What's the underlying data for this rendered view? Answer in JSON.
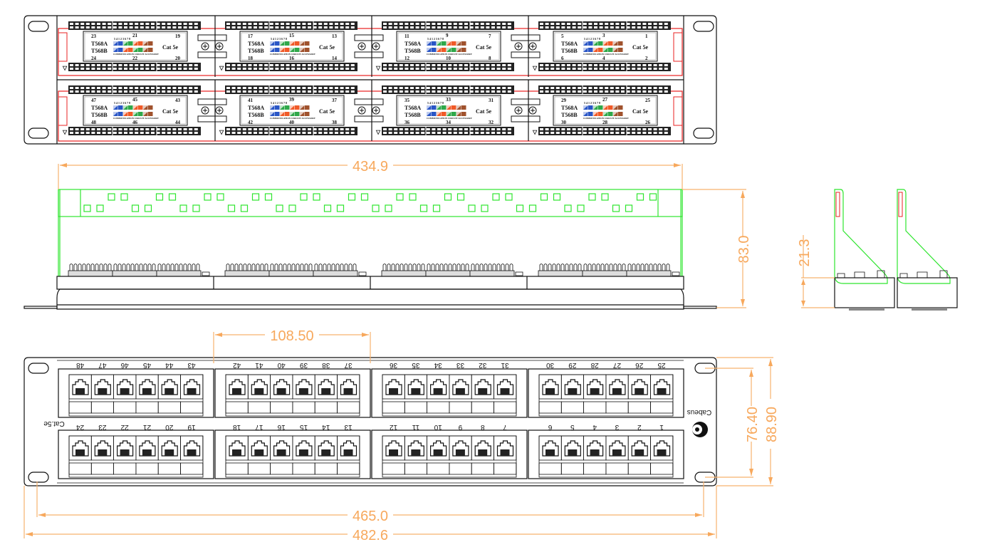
{
  "drawing": {
    "title": "48-Port Cat.5e Patch Panel 2U - Technical Drawing",
    "colors": {
      "outline": "#111111",
      "dimension": "#f7a85c",
      "highlight_green": "#2ee52e",
      "highlight_red": "#e82020",
      "wire_blue": "#2a56c6",
      "wire_green": "#2fa84a",
      "wire_orange": "#f05a28",
      "wire_brown": "#a0522d"
    }
  },
  "rear_view": {
    "modules": [
      {
        "top_left": "23",
        "top_mid": "21",
        "top_right": "19",
        "bot_left": "24",
        "bot_mid": "22",
        "bot_right": "20"
      },
      {
        "top_left": "17",
        "top_mid": "15",
        "top_right": "13",
        "bot_left": "18",
        "bot_mid": "16",
        "bot_right": "14"
      },
      {
        "top_left": "11",
        "top_mid": "9",
        "top_right": "7",
        "bot_left": "12",
        "bot_mid": "10",
        "bot_right": "8"
      },
      {
        "top_left": "5",
        "top_mid": "3",
        "top_right": "1",
        "bot_left": "6",
        "bot_mid": "4",
        "bot_right": "2"
      },
      {
        "top_left": "47",
        "top_mid": "45",
        "top_right": "43",
        "bot_left": "48",
        "bot_mid": "46",
        "bot_right": "44"
      },
      {
        "top_left": "41",
        "top_mid": "39",
        "top_right": "37",
        "bot_left": "42",
        "bot_mid": "40",
        "bot_right": "38"
      },
      {
        "top_left": "35",
        "top_mid": "33",
        "top_right": "31",
        "bot_left": "36",
        "bot_mid": "34",
        "bot_right": "32"
      },
      {
        "top_left": "29",
        "top_mid": "27",
        "top_right": "25",
        "bot_left": "30",
        "bot_mid": "28",
        "bot_right": "26"
      }
    ],
    "label_std_a": "T568A",
    "label_std_b": "T568B",
    "label_cat": "Cat 5e",
    "label_pins": "5 4 1 2 3 6 7 8",
    "label_small": "COMMUNICATION CIRCUIT ACCESSORY",
    "marker": "▽"
  },
  "top_view": {
    "dim_width": "434.9",
    "dim_height": "83.0"
  },
  "side_view": {
    "dim_height": "21.3"
  },
  "front_view": {
    "brand": "Cabeus",
    "model": "Cat.5e",
    "top_row_ports": [
      "48",
      "47",
      "46",
      "45",
      "44",
      "43",
      "42",
      "41",
      "40",
      "39",
      "38",
      "37",
      "36",
      "35",
      "34",
      "33",
      "32",
      "31",
      "30",
      "29",
      "28",
      "27",
      "26",
      "25"
    ],
    "bottom_row_ports": [
      "24",
      "23",
      "22",
      "21",
      "20",
      "19",
      "18",
      "17",
      "16",
      "15",
      "14",
      "13",
      "12",
      "11",
      "10",
      "9",
      "8",
      "7",
      "6",
      "5",
      "4",
      "3",
      "2",
      "1"
    ],
    "dim_module": "108.50",
    "dim_hole_spacing_v": "76.40",
    "dim_panel_height": "88.90",
    "dim_hole_spacing_h": "465.0",
    "dim_panel_width": "482.6"
  }
}
